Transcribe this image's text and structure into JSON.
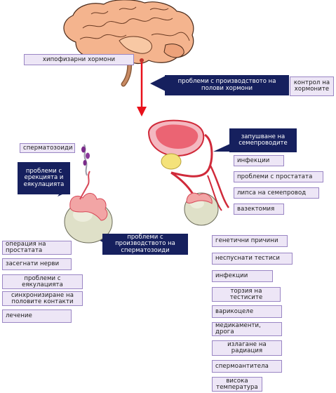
{
  "labels": {
    "pituitary": "хипофизарни хормони",
    "hormone_problems": "проблеми с производството на полови хормони",
    "hormone_control": "контрол на хормоните",
    "sperm": "сперматозоиди",
    "erection_problems": "проблеми с ерекцията и еякулацията",
    "vas_blockage": "запушване на семепроводите",
    "infections_right": "инфекции",
    "prostate_problems": "проблеми с простатата",
    "missing_vas": "липса на семепровод",
    "vasectomy": "вазектомия",
    "sperm_production": "проблеми с производството на сперматозоиди",
    "genetic": "генетични причини",
    "undescended": "неспуснати тестиси",
    "infections_bottom": "инфекции",
    "torsion": "торзия на тестисите",
    "varicocele": "варикоцеле",
    "medication": "медикаменти, дрога",
    "radiation": "излагане на радиация",
    "antibodies": "спермоантитела",
    "temperature": "висока температура",
    "prostate_surgery": "операция на простатата",
    "nerves": "засегнати нерви",
    "ejaculation": "проблеми с еякулацията",
    "sync": "синхронизиране на половите контакти",
    "treatment": "лечение"
  },
  "colors": {
    "arrow": "#e8101a",
    "dark_box": "#16205e",
    "light_box": "#ede6f6",
    "box_border": "#9a86c4",
    "brain": "#f4b48e",
    "testis": "#dfe0c8"
  }
}
